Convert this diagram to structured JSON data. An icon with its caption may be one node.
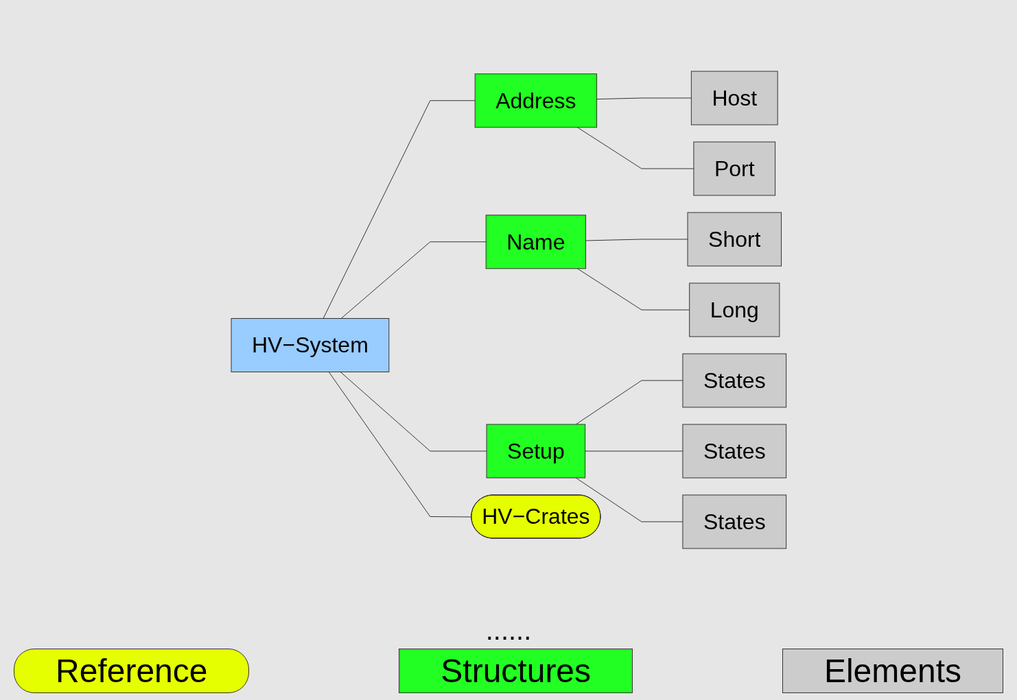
{
  "diagram": {
    "nodes": [
      {
        "text": [
          "HV−System"
        ]
      },
      {
        "text": [
          "Address"
        ]
      },
      {
        "text": [
          "Host"
        ]
      },
      {
        "text": [
          "Port"
        ]
      },
      {
        "text": [
          "Name"
        ]
      },
      {
        "text": [
          "Short"
        ]
      },
      {
        "text": [
          "Long"
        ]
      },
      {
        "text": [
          "Setup"
        ]
      },
      {
        "text": [
          "States"
        ]
      },
      {
        "text": [
          "States"
        ]
      },
      {
        "text": [
          "States"
        ]
      },
      {
        "text": [
          "HV−Crates"
        ]
      }
    ],
    "edges": [
      {
        "from": 0,
        "to": 1,
        "arrow": "none"
      },
      {
        "from": 1,
        "to": 2,
        "arrow": "none"
      },
      {
        "from": 1,
        "to": 3,
        "arrow": "none"
      },
      {
        "from": 0,
        "to": 4,
        "arrow": "none"
      },
      {
        "from": 4,
        "to": 5,
        "arrow": "none"
      },
      {
        "from": 4,
        "to": 6,
        "arrow": "none"
      },
      {
        "from": 0,
        "to": 7,
        "arrow": "none"
      },
      {
        "from": 7,
        "to": 8,
        "arrow": "none"
      },
      {
        "from": 7,
        "to": 9,
        "arrow": "none"
      },
      {
        "from": 7,
        "to": 10,
        "arrow": "none"
      },
      {
        "from": 0,
        "to": 11,
        "arrow": "none"
      }
    ],
    "labels": [
      "......"
    ],
    "legend": [
      {
        "text": "Reference",
        "color": "#e6ff00"
      },
      {
        "text": "Structures",
        "color": "#22ff22"
      },
      {
        "text": "Elements",
        "color": "#cccccc"
      }
    ]
  }
}
